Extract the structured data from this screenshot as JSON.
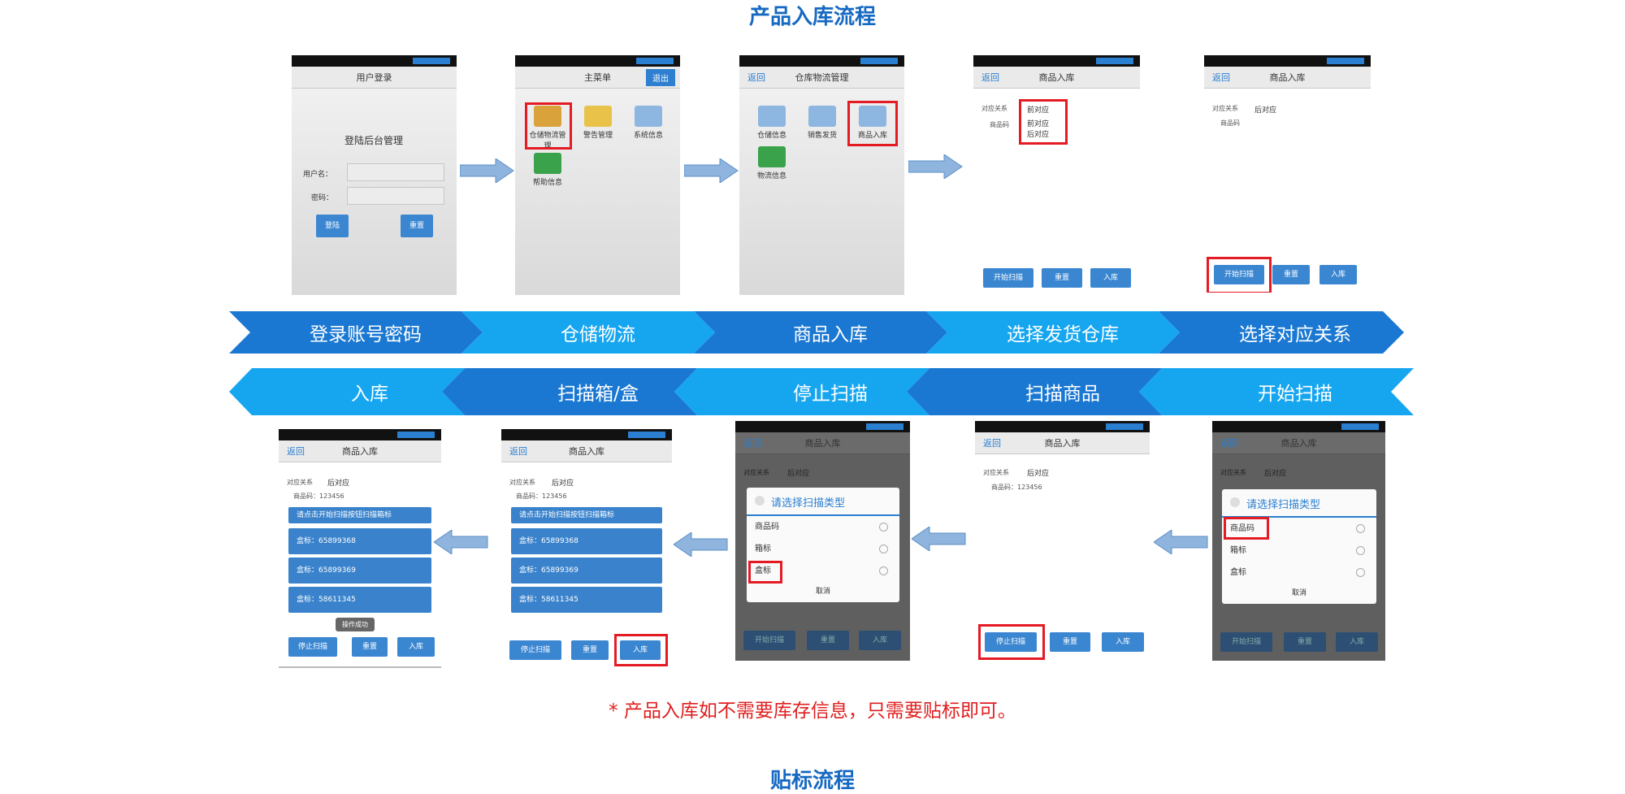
{
  "header": {
    "title": "产品入库流程"
  },
  "footer": {
    "note": "* 产品入库如不需要库存信息，只需要贴标即可。",
    "next_title": "贴标流程"
  },
  "steps_top": [
    "登录账号密码",
    "仓储物流",
    "商品入库",
    "选择发货仓库",
    "选择对应关系"
  ],
  "steps_bottom": [
    "入库",
    "扫描箱/盒",
    "停止扫描",
    "扫描商品",
    "开始扫描"
  ],
  "colors": {
    "dark_blue": "#1a78d2",
    "light_blue": "#16a6f0",
    "accent_red": "#e51b24",
    "title_blue": "#1669c2"
  },
  "screens": {
    "login": {
      "nav_title": "用户登录",
      "heading": "登陆后台管理",
      "user_label": "用户名：",
      "pass_label": "密码：",
      "login_btn": "登陆",
      "reset_btn": "重置"
    },
    "main_menu": {
      "nav_title": "主菜单",
      "logout": "退出",
      "items": [
        "仓储物流管理",
        "警告管理",
        "系统信息",
        "帮助信息"
      ]
    },
    "warehouse": {
      "back": "返回",
      "nav_title": "仓库物流管理",
      "items": [
        "仓储信息",
        "销售发货",
        "商品入库",
        "物流信息"
      ]
    },
    "inbound_select": {
      "back": "返回",
      "nav_title": "商品入库",
      "relation_label": "对应关系",
      "code_label": "商品码",
      "selected": "前对应",
      "options": [
        "前对应",
        "后对应"
      ],
      "btns": [
        "开始扫描",
        "重置",
        "入库"
      ]
    },
    "inbound_start": {
      "back": "返回",
      "nav_title": "商品入库",
      "relation_label": "对应关系",
      "code_label": "商品码",
      "selected": "后对应",
      "btns": [
        "开始扫描",
        "重置",
        "入库"
      ]
    },
    "scan_type_a": {
      "back": "返回",
      "nav_title": "商品入库",
      "relation_label": "对应关系",
      "selected": "后对应",
      "dialog_title": "请选择扫描类型",
      "options": [
        "商品码",
        "箱标",
        "盒标"
      ],
      "cancel": "取消",
      "btns": [
        "开始扫描",
        "重置",
        "入库"
      ]
    },
    "scan_goods": {
      "back": "返回",
      "nav_title": "商品入库",
      "relation_label": "对应关系",
      "selected": "后对应",
      "code_label": "商品码：123456",
      "btns": [
        "停止扫描",
        "重置",
        "入库"
      ]
    },
    "scan_type_b": {
      "back": "返回",
      "nav_title": "商品入库",
      "relation_label": "对应关系",
      "selected": "后对应",
      "dialog_title": "请选择扫描类型",
      "options": [
        "商品码",
        "箱标",
        "盒标"
      ],
      "cancel": "取消",
      "btns": [
        "开始扫描",
        "重置",
        "入库"
      ]
    },
    "scan_box": {
      "back": "返回",
      "nav_title": "商品入库",
      "relation_label": "对应关系",
      "selected": "后对应",
      "code_label": "商品码：123456",
      "prompt": "请点击开始扫描按钮扫描箱标",
      "rows": [
        "盒标：65899368",
        "盒标：65899369",
        "盒标：58611345"
      ],
      "btns": [
        "停止扫描",
        "重置",
        "入库"
      ]
    },
    "final": {
      "back": "返回",
      "nav_title": "商品入库",
      "relation_label": "对应关系",
      "selected": "后对应",
      "code_label": "商品码：123456",
      "prompt": "请点击开始扫描按钮扫描箱标",
      "rows": [
        "盒标：65899368",
        "盒标：65899369",
        "盒标：58611345"
      ],
      "toast": "操作成功",
      "btns": [
        "停止扫描",
        "重置",
        "入库"
      ]
    }
  }
}
